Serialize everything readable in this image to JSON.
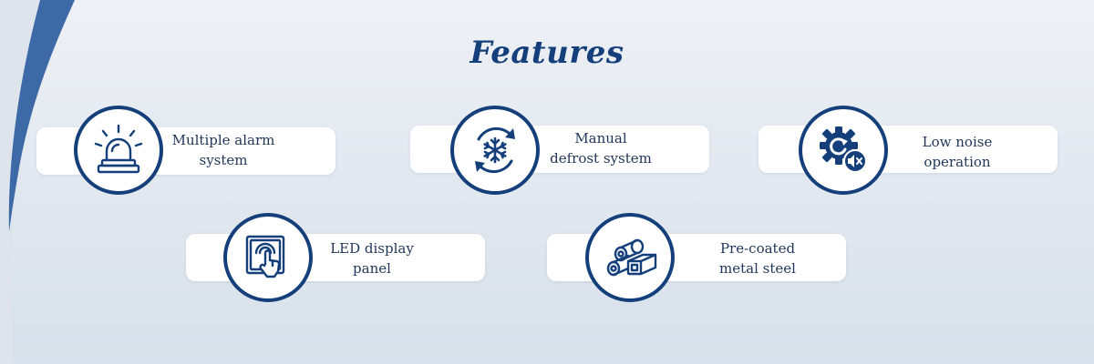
{
  "page": {
    "title": "Features"
  },
  "colors": {
    "primary": "#143f7a",
    "accent_swoosh": "#3d6aa6",
    "card": "#ffffff",
    "text": "#1f3658"
  },
  "features": [
    {
      "icon": "alarm-siren-icon",
      "line1": "Multiple alarm",
      "line2": "system"
    },
    {
      "icon": "defrost-snowflake-icon",
      "line1": "Manual",
      "line2": "defrost system"
    },
    {
      "icon": "gear-mute-icon",
      "line1": "Low noise",
      "line2": "operation"
    },
    {
      "icon": "touch-panel-icon",
      "line1": "LED display",
      "line2": "panel"
    },
    {
      "icon": "metal-pipes-icon",
      "line1": "Pre-coated",
      "line2": "metal steel"
    }
  ]
}
